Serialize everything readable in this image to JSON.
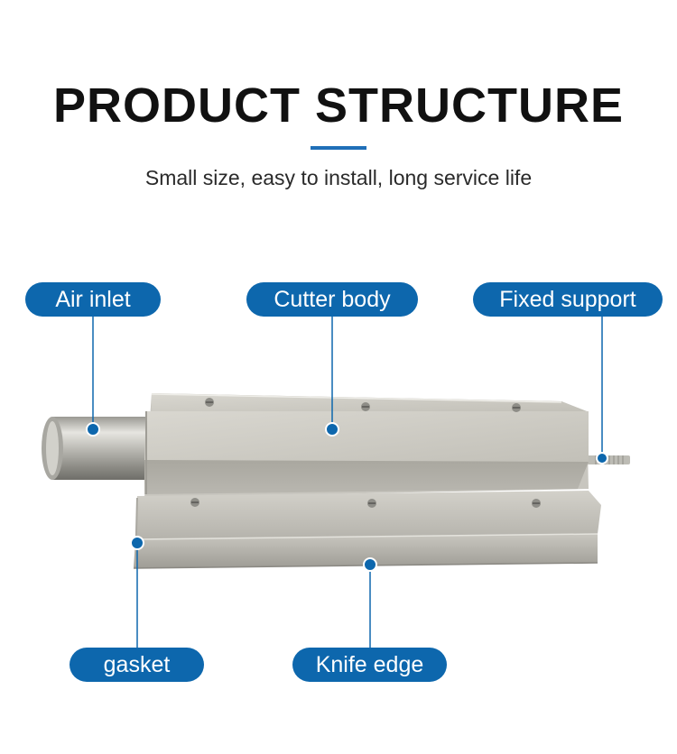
{
  "header": {
    "title": "PRODUCT STRUCTURE",
    "subtitle": "Small size, easy to install, long service life"
  },
  "callouts": {
    "air_inlet": "Air inlet",
    "cutter_body": "Cutter body",
    "fixed_support": "Fixed support",
    "gasket": "gasket",
    "knife_edge": "Knife edge"
  },
  "colors": {
    "accent": "#0d67ad",
    "metal": "#c4c2ba"
  }
}
